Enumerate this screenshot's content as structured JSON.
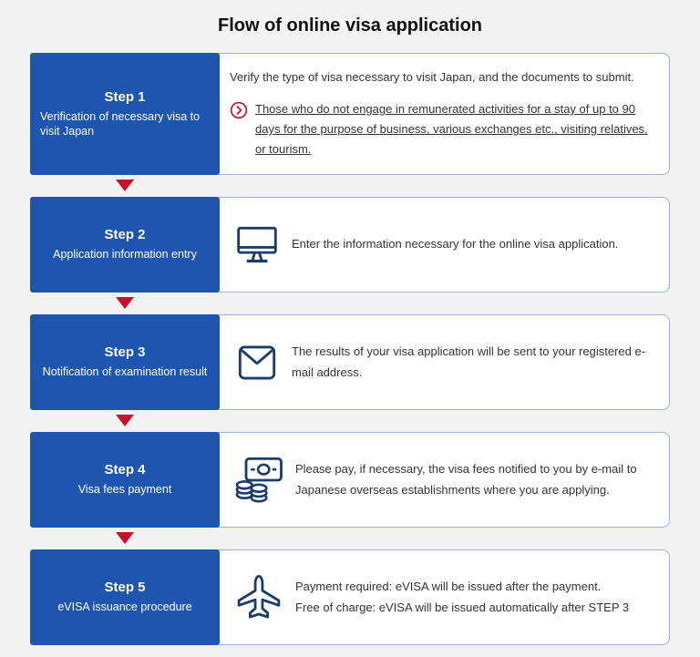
{
  "page": {
    "title": "Flow of online visa application"
  },
  "colors": {
    "step_blue": "#1d55b0",
    "arrow_red": "#c8102e",
    "icon_navy": "#1a3b6b",
    "box_border": "#9cb0da",
    "body_text": "#333333",
    "background": "#f2f2f3"
  },
  "steps": [
    {
      "label": "Step 1",
      "name": "Verification of necessary visa to visit Japan",
      "description": "Verify the type of visa necessary to visit Japan, and the documents to submit.",
      "link_text": "Those who do not engage in remunerated activities for a stay of up to 90 days for the purpose of business, various exchanges etc., visiting relatives, or tourism.",
      "icon": "chevron-circle-icon"
    },
    {
      "label": "Step 2",
      "name": "Application information entry",
      "description": "Enter the information necessary for the online visa application.",
      "icon": "monitor-icon"
    },
    {
      "label": "Step 3",
      "name": "Notification of examination result",
      "description": "The results of your visa application will be sent to your registered e-mail address.",
      "icon": "mail-icon"
    },
    {
      "label": "Step 4",
      "name": "Visa fees payment",
      "description": "Please pay, if necessary, the visa fees notified to you by e-mail to Japanese overseas establishments where you are applying.",
      "icon": "money-icon"
    },
    {
      "label": "Step 5",
      "name": "eVISA issuance procedure",
      "description": "Payment required: eVISA will be issued after the payment.\nFree of charge: eVISA will be issued automatically after STEP 3",
      "icon": "airplane-icon"
    }
  ]
}
